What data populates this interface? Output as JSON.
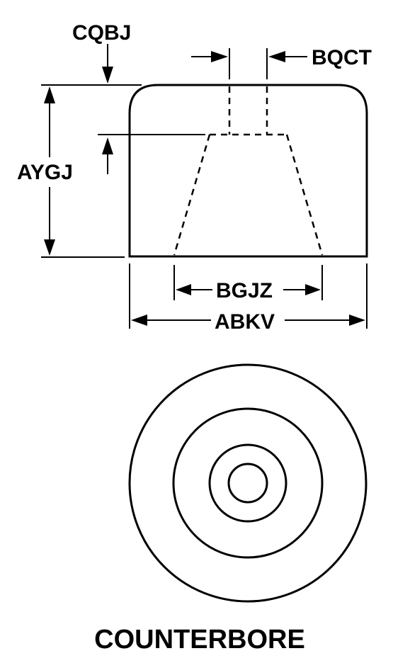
{
  "labels": {
    "cqbj": "CQBJ",
    "bqct": "BQCT",
    "aygj": "AYGJ",
    "bgjz": "BGJZ",
    "abkv": "ABKV"
  },
  "title": "COUNTERBORE"
}
